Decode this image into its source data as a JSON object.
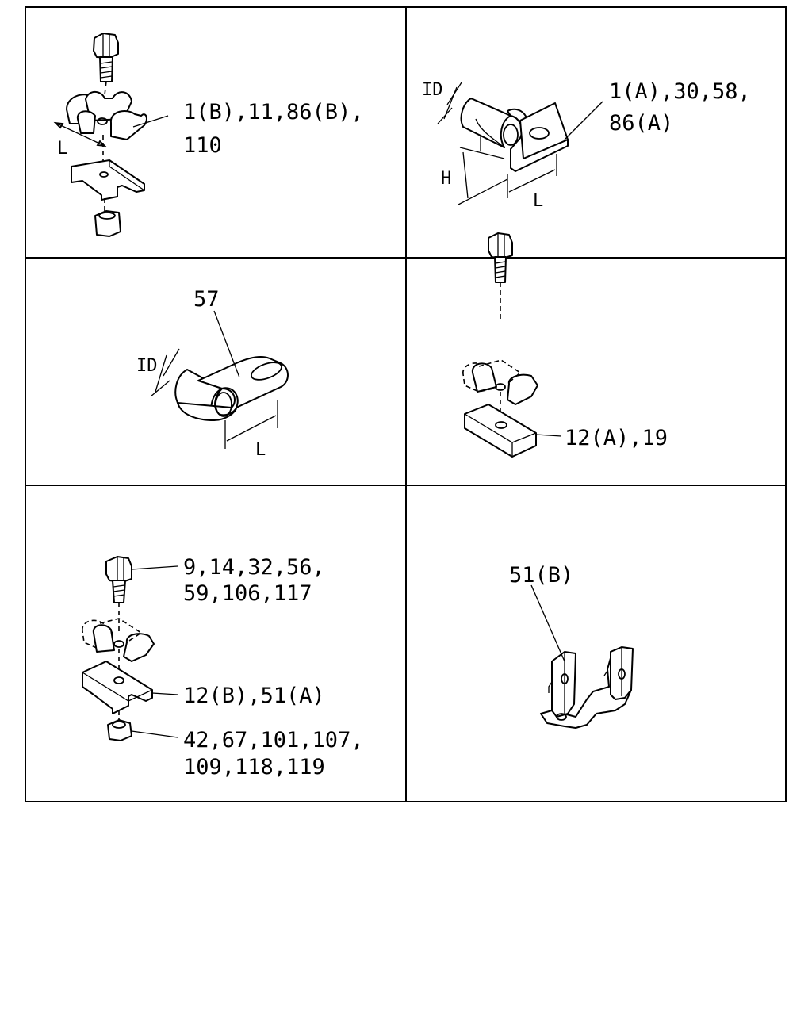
{
  "diagram": {
    "panels": [
      {
        "id": "p1",
        "callout": [
          "1(B),11,86(B),",
          "110"
        ],
        "dims": [
          "L"
        ]
      },
      {
        "id": "p2",
        "callout": [
          "1(A),30,58,",
          "86(A)"
        ],
        "dims": [
          "ID",
          "H",
          "L"
        ]
      },
      {
        "id": "p3",
        "callout": [
          "57"
        ],
        "dims": [
          "ID",
          "L"
        ]
      },
      {
        "id": "p4",
        "callout": [
          "12(A),19"
        ],
        "dims": []
      },
      {
        "id": "p5",
        "callout_bolt": [
          "9,14,32,56,",
          "59,106,117"
        ],
        "callout_bracket": [
          "12(B),51(A)"
        ],
        "callout_nut": [
          "42,67,101,107,",
          "109,118,119"
        ],
        "dims": []
      },
      {
        "id": "p6",
        "callout": [
          "51(B)"
        ],
        "dims": []
      }
    ]
  }
}
